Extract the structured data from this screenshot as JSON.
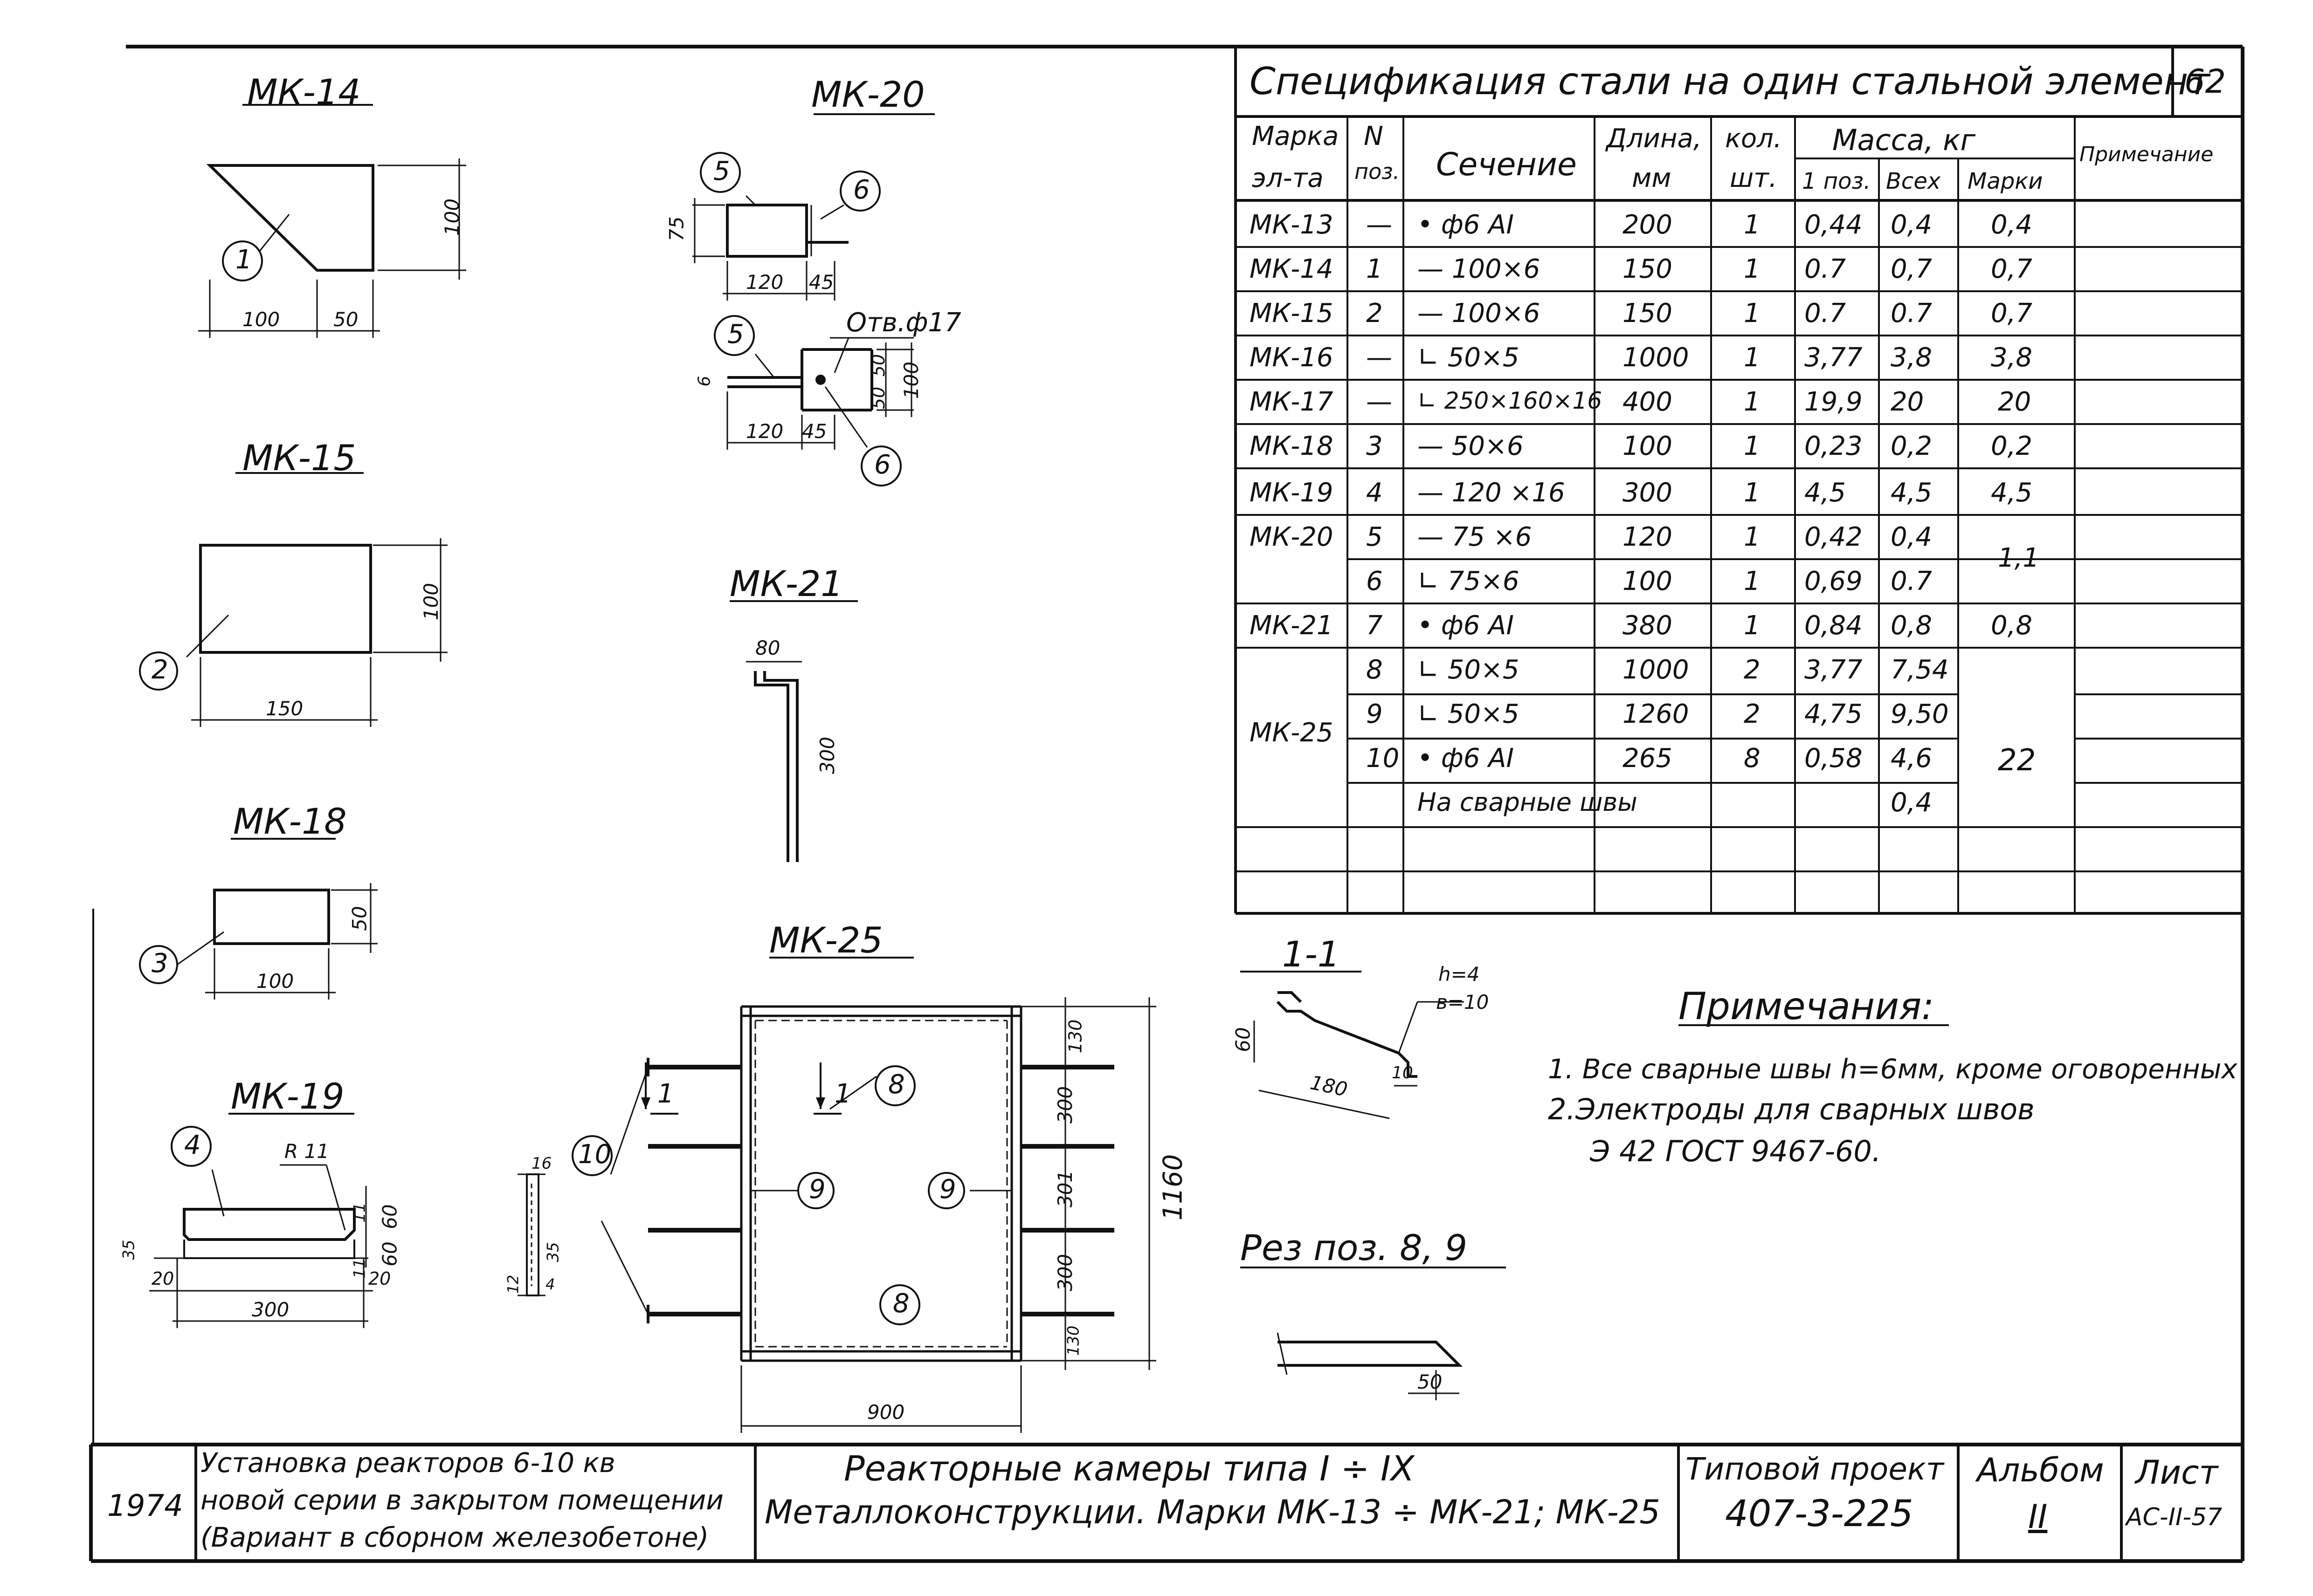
{
  "spec": {
    "title": "Спецификация стали на один стальной элемент",
    "sheet_no": "62",
    "headers": {
      "mark": [
        "Марка",
        "эл-та"
      ],
      "pos": [
        "N",
        "поз."
      ],
      "section": "Сечение",
      "length": [
        "Длина,",
        "мм"
      ],
      "qty": [
        "кол.",
        "шт."
      ],
      "mass": "Масса, кг",
      "mass_pos": "1 поз.",
      "mass_all": "Всех",
      "mass_mark": "Марки",
      "note": "Примечание"
    },
    "rows": [
      {
        "mark": "МК-13",
        "pos": "—",
        "section": "• ф6 АI",
        "length": "200",
        "qty": "1",
        "m1": "0,44",
        "mall": "0,4"
      },
      {
        "mark": "МК-14",
        "pos": "1",
        "section": "— 100×6",
        "length": "150",
        "qty": "1",
        "m1": "0.7",
        "mall": "0,7"
      },
      {
        "mark": "МК-15",
        "pos": "2",
        "section": "— 100×6",
        "length": "150",
        "qty": "1",
        "m1": "0.7",
        "mall": "0.7"
      },
      {
        "mark": "МК-16",
        "pos": "—",
        "section": "∟ 50×5",
        "length": "1000",
        "qty": "1",
        "m1": "3,77",
        "mall": "3,8"
      },
      {
        "mark": "МК-17",
        "pos": "—",
        "section": "∟ 250×160×16",
        "length": "400",
        "qty": "1",
        "m1": "19,9",
        "mall": "20"
      },
      {
        "mark": "МК-18",
        "pos": "3",
        "section": "— 50×6",
        "length": "100",
        "qty": "1",
        "m1": "0,23",
        "mall": "0,2"
      },
      {
        "mark": "МК-19",
        "pos": "4",
        "section": "— 120 ×16",
        "length": "300",
        "qty": "1",
        "m1": "4,5",
        "mall": "4,5"
      },
      {
        "mark": "МК-20",
        "pos": "5",
        "section": "— 75 ×6",
        "length": "120",
        "qty": "1",
        "m1": "0,42",
        "mall": "0,4"
      },
      {
        "mark": "",
        "pos": "6",
        "section": "∟ 75×6",
        "length": "100",
        "qty": "1",
        "m1": "0,69",
        "mall": "0.7"
      },
      {
        "mark": "МК-21",
        "pos": "7",
        "section": "• ф6 АI",
        "length": "380",
        "qty": "1",
        "m1": "0,84",
        "mall": "0,8"
      },
      {
        "mark": "",
        "pos": "8",
        "section": "∟ 50×5",
        "length": "1000",
        "qty": "2",
        "m1": "3,77",
        "mall": "7,54"
      },
      {
        "mark": "МК-25",
        "pos": "9",
        "section": "∟ 50×5",
        "length": "1260",
        "qty": "2",
        "m1": "4,75",
        "mall": "9,50"
      },
      {
        "mark": "",
        "pos": "10",
        "section": "• ф6 АI",
        "length": "265",
        "qty": "8",
        "m1": "0,58",
        "mall": "4,6"
      },
      {
        "mark": "",
        "pos": "",
        "section": "На сварные швы",
        "length": "",
        "qty": "",
        "m1": "",
        "mall": "0,4"
      }
    ],
    "mark_mass": {
      "mk13": "0,4",
      "mk14": "0,7",
      "mk15": "0,7",
      "mk16": "3,8",
      "mk17": "20",
      "mk18": "0,2",
      "mk19": "4,5",
      "mk20": "1,1",
      "mk21": "0,8",
      "mk25": "22"
    }
  },
  "drawings": {
    "mk14": {
      "title": "МК-14",
      "d1": "100",
      "d2": "50",
      "d3": "100",
      "pos": "1"
    },
    "mk15": {
      "title": "МК-15",
      "d1": "150",
      "d2": "100",
      "pos": "2"
    },
    "mk18": {
      "title": "МК-18",
      "d1": "100",
      "d2": "50",
      "pos": "3"
    },
    "mk19": {
      "title": "МК-19",
      "pos": "4",
      "r": "R 11",
      "d60a": "60",
      "d60b": "60",
      "d11a": "11",
      "d11b": "11",
      "d35": "35",
      "d20a": "20",
      "d20b": "20",
      "d300": "300"
    },
    "mk20": {
      "title": "МК-20",
      "d75": "75",
      "d120a": "120",
      "d45a": "45",
      "d120b": "120",
      "d45b": "45",
      "hole": "Отв.ф17",
      "d50a": "50",
      "d50b": "50",
      "d100": "100",
      "d6": "6",
      "p5": "5",
      "p6": "6"
    },
    "mk21": {
      "title": "МК-21",
      "d80": "80",
      "d300": "300"
    },
    "mk25": {
      "title": "МК-25",
      "d130a": "130",
      "d300a": "300",
      "d301": "301",
      "d300b": "300",
      "d130b": "130",
      "d1160": "1160",
      "d900": "900",
      "cut": "1",
      "p8": "8",
      "p9": "9",
      "p10": "10",
      "d16": "16",
      "d35": "35",
      "d12": "12",
      "d4": "4"
    },
    "sec11": {
      "title": "1-1",
      "h": "h=4",
      "b": "в=10",
      "d60": "60",
      "d180": "180",
      "d10": "10"
    },
    "cut89": {
      "title": "Рез поз. 8, 9",
      "d50": "50"
    }
  },
  "notes": {
    "title": "Примечания:",
    "n1": "1. Все сварные швы h=6мм, кроме оговоренных",
    "n2": "2.Электроды для сварных швов",
    "n3": "Э 42 ГОСТ 9467-60."
  },
  "stamp": {
    "year": "1974",
    "desc1": "Установка реакторов 6-10 кв",
    "desc2": "новой серии в закрытом помещении",
    "desc3": "(Вариант в сборном железобетоне)",
    "title1": "Реакторные камеры типа I ÷ IX",
    "title2": "Металлоконструкции. Марки МК-13 ÷ МК-21; МК-25",
    "proj_label": "Типовой проект",
    "proj_no": "407-3-225",
    "album_label": "Альбом",
    "album_no": "II",
    "sheet_label": "Лист",
    "sheet_no": "АС-II-57"
  }
}
